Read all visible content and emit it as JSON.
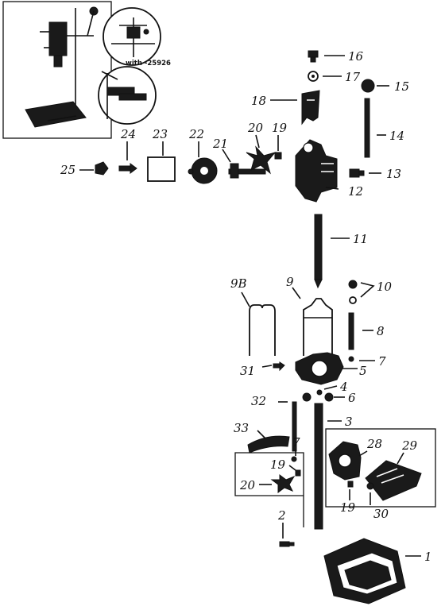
{
  "inset": {
    "note": "with -25926"
  },
  "callouts": [
    {
      "id": "c1",
      "text": "1"
    },
    {
      "id": "c2",
      "text": "2"
    },
    {
      "id": "c3",
      "text": "3"
    },
    {
      "id": "c4",
      "text": "4"
    },
    {
      "id": "c5",
      "text": "5"
    },
    {
      "id": "c6",
      "text": "6"
    },
    {
      "id": "c7a",
      "text": "7"
    },
    {
      "id": "c7b",
      "text": "7"
    },
    {
      "id": "c8",
      "text": "8"
    },
    {
      "id": "c9",
      "text": "9"
    },
    {
      "id": "c9b",
      "text": "9B"
    },
    {
      "id": "c10",
      "text": "10"
    },
    {
      "id": "c11",
      "text": "11"
    },
    {
      "id": "c12",
      "text": "12"
    },
    {
      "id": "c13",
      "text": "13"
    },
    {
      "id": "c14",
      "text": "14"
    },
    {
      "id": "c15",
      "text": "15"
    },
    {
      "id": "c16",
      "text": "16"
    },
    {
      "id": "c17",
      "text": "17"
    },
    {
      "id": "c18",
      "text": "18"
    },
    {
      "id": "c19a",
      "text": "19"
    },
    {
      "id": "c19b",
      "text": "19"
    },
    {
      "id": "c19c",
      "text": "19"
    },
    {
      "id": "c20a",
      "text": "20"
    },
    {
      "id": "c20b",
      "text": "20"
    },
    {
      "id": "c21",
      "text": "21"
    },
    {
      "id": "c22",
      "text": "22"
    },
    {
      "id": "c23",
      "text": "23"
    },
    {
      "id": "c24",
      "text": "24"
    },
    {
      "id": "c25",
      "text": "25"
    },
    {
      "id": "c28",
      "text": "28"
    },
    {
      "id": "c29",
      "text": "29"
    },
    {
      "id": "c30",
      "text": "30"
    },
    {
      "id": "c31",
      "text": "31"
    },
    {
      "id": "c32",
      "text": "32"
    },
    {
      "id": "c33",
      "text": "33"
    }
  ]
}
